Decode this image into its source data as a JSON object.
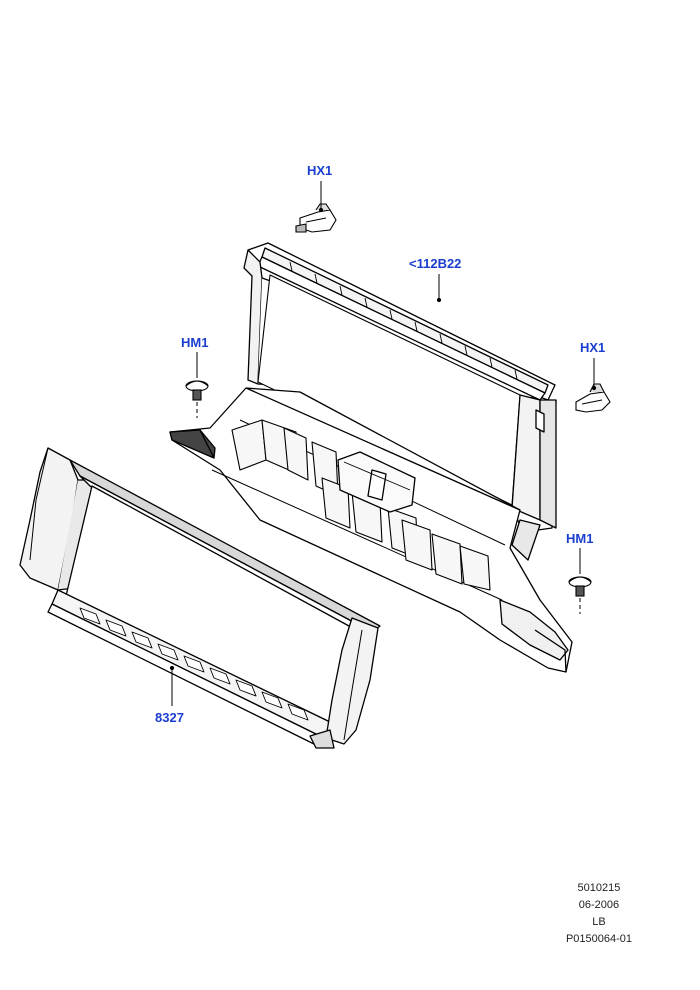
{
  "accent_color": "#1a3fd0",
  "callouts": [
    {
      "id": "hx1_top",
      "label": "HX1"
    },
    {
      "id": "part_112b22",
      "label": "<112B22"
    },
    {
      "id": "hm1_left",
      "label": "HM1"
    },
    {
      "id": "hx1_right",
      "label": "HX1"
    },
    {
      "id": "hm1_right",
      "label": "HM1"
    },
    {
      "id": "part_8327",
      "label": "8327"
    }
  ],
  "info": {
    "number": "5010215",
    "date": "06-2006",
    "code": "LB",
    "illustration_id": "P0150064-01"
  }
}
